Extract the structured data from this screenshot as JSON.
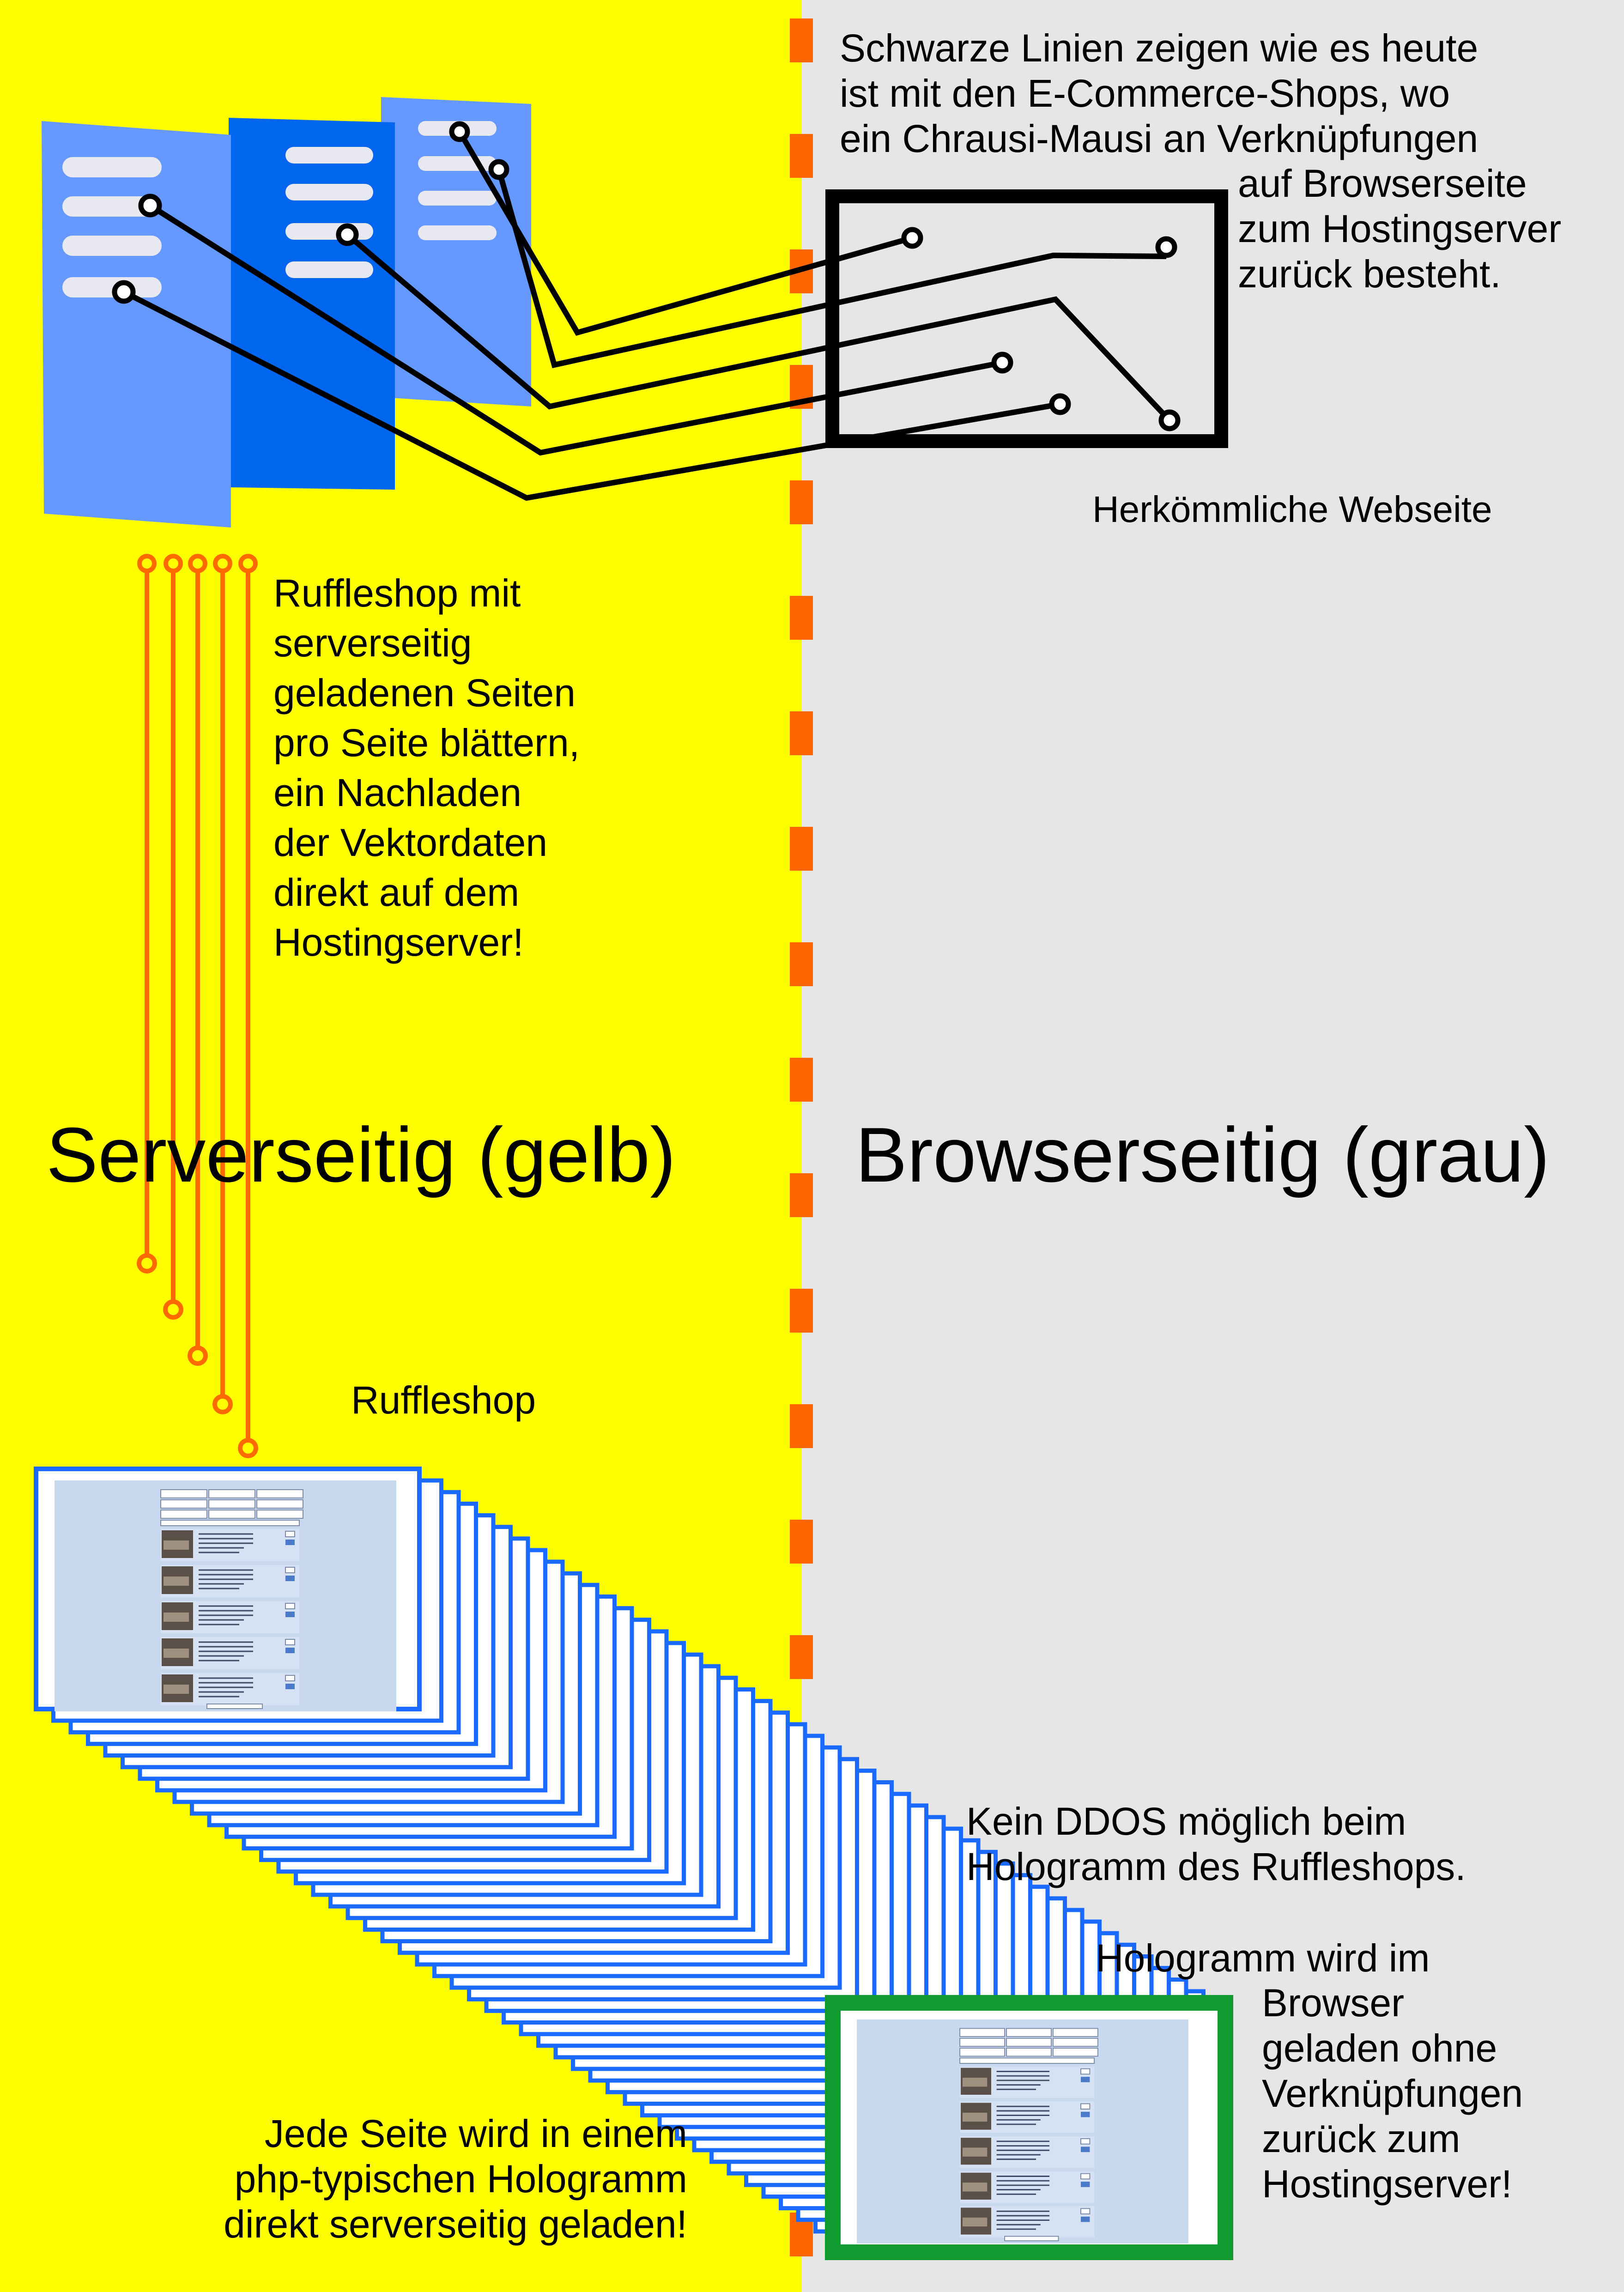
{
  "text": {
    "top_right": "Schwarze Linien zeigen wie es heute\nist mit den E-Commerce-Shops, wo\nein Chrausi-Mausi an Verknüpfungen",
    "top_right_cont": "auf Browserseite\nzum Hostingserver\nzurück besteht.",
    "conventional_label": "Herkömmliche Webseite",
    "ruffleshop_server_desc": "Ruffleshop mit\nserverseitig\ngeladenen Seiten\npro Seite blättern,\nein Nachladen\nder Vektordaten\ndirekt auf dem\nHostingserver!",
    "server_side_heading": "Serverseitig (gelb)",
    "browser_side_heading": "Browserseitig (grau)",
    "ruffleshop_label": "Ruffleshop",
    "no_ddos": "Kein DDOS möglich beim\nHologramm des Ruffleshops.",
    "hologram_browser_a": "Hologramm wird im",
    "hologram_browser_b": "Browser\ngeladen ohne\nVerknüpfungen\nzurück zum\nHostingserver!",
    "each_page": "Jede Seite wird in einem\nphp-typischen Hologramm\ndirekt serverseitig geladen!"
  },
  "colors": {
    "server_side_bg": "#ffff00",
    "browser_side_bg": "#e6e6e6",
    "divider": "#ff6600",
    "server_light": "#6699ff",
    "server_dark": "#0066ee",
    "orange_line": "#ff6a00",
    "page_stack_blue": "#1a6aff",
    "hologram_frame": "#109a30",
    "page_bg": "#c8d8ee"
  },
  "icons": {
    "server": "server-rack-icon",
    "webpage": "webpage-frame-icon"
  }
}
